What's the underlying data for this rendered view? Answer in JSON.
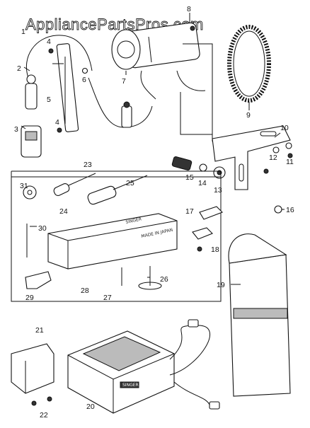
{
  "watermark": "AppliancePartsPros.com",
  "group_label": "23",
  "callouts": {
    "c1": "1",
    "c2": "2",
    "c3": "3",
    "c4a": "4",
    "c4b": "4",
    "c5": "5",
    "c6": "6",
    "c7": "7",
    "c8": "8",
    "c9": "9",
    "c10": "10",
    "c11": "11",
    "c12": "12",
    "c13": "13",
    "c14": "14",
    "c15": "15",
    "c16": "16",
    "c17": "17",
    "c18": "18",
    "c19": "19",
    "c20": "20",
    "c21": "21",
    "c22": "22",
    "c24": "24",
    "c25": "25",
    "c26": "26",
    "c27": "27",
    "c28": "28",
    "c29": "29",
    "c30": "30",
    "c31": "31"
  },
  "box_text": {
    "brand": "SINGER",
    "made_in": "MADE IN JAPAN"
  },
  "pedal_badge": "SINGER"
}
